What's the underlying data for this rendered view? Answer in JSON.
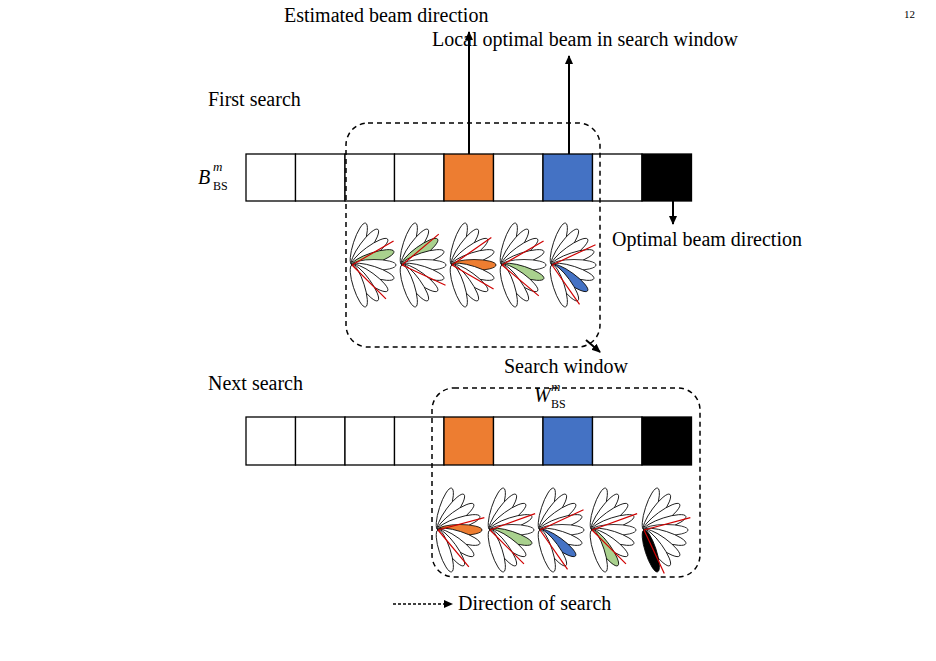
{
  "diagram": {
    "labels": [
      "12",
      "Estimated beam direction",
      "Local optimal beam in search window",
      "First search",
      "B",
      "m",
      "BS",
      "Optimal beam direction",
      "Search window",
      "W",
      "m",
      "BS",
      "Next search",
      "Direction of search"
    ]
  }
}
